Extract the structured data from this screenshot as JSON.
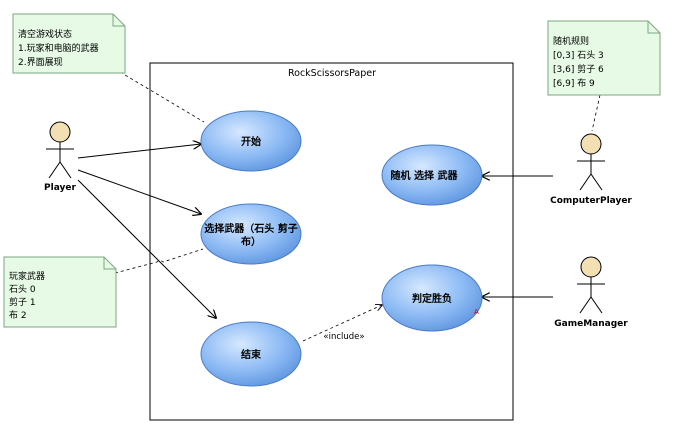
{
  "system": {
    "title": "RockScissorsPaper"
  },
  "actors": {
    "player": "Player",
    "computer": "ComputerPlayer",
    "manager": "GameManager"
  },
  "use_cases": {
    "start": "开始",
    "choose_line1": "选择武器（石头 剪子",
    "choose_line2": "布）",
    "end": "结束",
    "random": "随机 选择 武器",
    "judge": "判定胜负"
  },
  "include_label": "«include»",
  "judge_marker": "A",
  "notes": {
    "clear": [
      "清空游戏状态",
      "1.玩家和电脑的武器",
      "2.界面展现"
    ],
    "random_rule": [
      "随机规则",
      "[0,3]  石头 3",
      "[3,6]  剪子 6",
      "[6,9]  布      9"
    ],
    "player_weapon": [
      "玩家武器",
      "石头  0",
      "剪子  1",
      "布      2"
    ]
  },
  "colors": {
    "usecase_fill": "#8cbaf4",
    "usecase_stroke": "#4a7bc7",
    "note_fill": "#e6fae6",
    "note_stroke": "#7fa57f",
    "actor_head": "#f3dfb4"
  }
}
